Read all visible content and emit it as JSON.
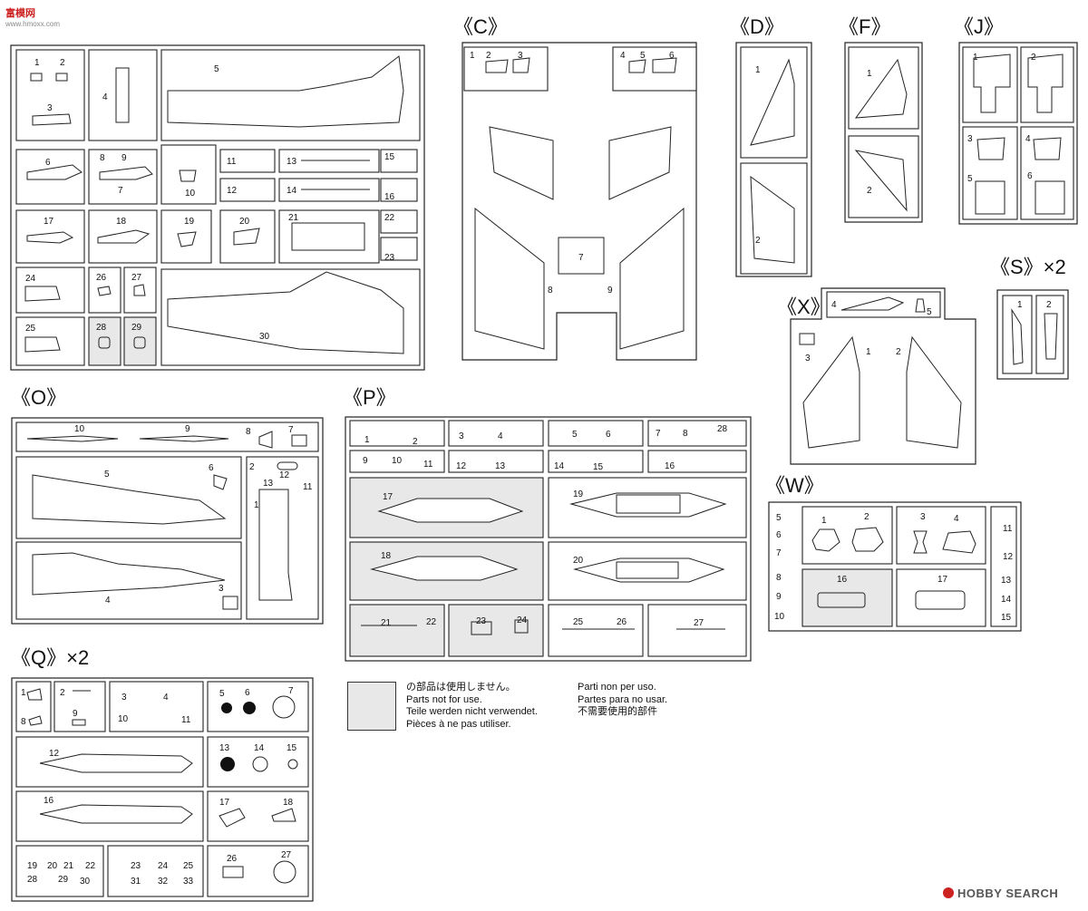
{
  "watermarks": {
    "top_left": "富模网",
    "top_left_sub": "www.hmoxx.com",
    "bottom_right": "HOBBY SEARCH"
  },
  "runners": {
    "main": {
      "parts": [
        "1",
        "2",
        "3",
        "4",
        "5",
        "6",
        "7",
        "8",
        "9",
        "10",
        "11",
        "12",
        "13",
        "14",
        "15",
        "16",
        "17",
        "18",
        "19",
        "20",
        "21",
        "22",
        "23",
        "24",
        "25",
        "26",
        "27",
        "28",
        "29",
        "30"
      ]
    },
    "C": {
      "title": "《C》",
      "parts": [
        "1",
        "2",
        "3",
        "4",
        "5",
        "6",
        "7",
        "8",
        "9"
      ]
    },
    "D": {
      "title": "《D》",
      "parts": [
        "1",
        "2"
      ]
    },
    "F": {
      "title": "《F》",
      "parts": [
        "1",
        "2"
      ]
    },
    "J": {
      "title": "《J》",
      "parts": [
        "1",
        "2",
        "3",
        "4",
        "5",
        "6"
      ]
    },
    "S": {
      "title": "《S》×2",
      "parts": [
        "1",
        "2"
      ]
    },
    "X": {
      "title": "《X》",
      "parts": [
        "1",
        "2",
        "3",
        "4",
        "5"
      ]
    },
    "O": {
      "title": "《O》",
      "parts": [
        "1",
        "2",
        "3",
        "4",
        "5",
        "6",
        "7",
        "8",
        "9",
        "10",
        "11",
        "12",
        "13"
      ]
    },
    "P": {
      "title": "《P》",
      "parts": [
        "1",
        "2",
        "3",
        "4",
        "5",
        "6",
        "7",
        "8",
        "9",
        "10",
        "11",
        "12",
        "13",
        "14",
        "15",
        "16",
        "17",
        "18",
        "19",
        "20",
        "21",
        "22",
        "23",
        "24",
        "25",
        "26",
        "27",
        "28"
      ]
    },
    "W": {
      "title": "《W》",
      "parts": [
        "1",
        "2",
        "3",
        "4",
        "5",
        "6",
        "7",
        "8",
        "9",
        "10",
        "11",
        "12",
        "13",
        "14",
        "15",
        "16",
        "17"
      ]
    },
    "Q": {
      "title": "《Q》×2",
      "parts": [
        "1",
        "2",
        "3",
        "4",
        "5",
        "6",
        "7",
        "8",
        "9",
        "10",
        "11",
        "12",
        "13",
        "14",
        "15",
        "16",
        "17",
        "18",
        "19",
        "20",
        "21",
        "22",
        "23",
        "24",
        "25",
        "26",
        "27",
        "28",
        "29",
        "30",
        "31",
        "32",
        "33"
      ]
    }
  },
  "legend": {
    "lines_left": [
      "の部品は使用しません。",
      "Parts not for use.",
      "Teile werden nicht verwendet.",
      "Pièces à ne pas utiliser."
    ],
    "lines_right": [
      "Parti non per uso.",
      "Partes para no usar.",
      "不需要使用的部件"
    ]
  }
}
